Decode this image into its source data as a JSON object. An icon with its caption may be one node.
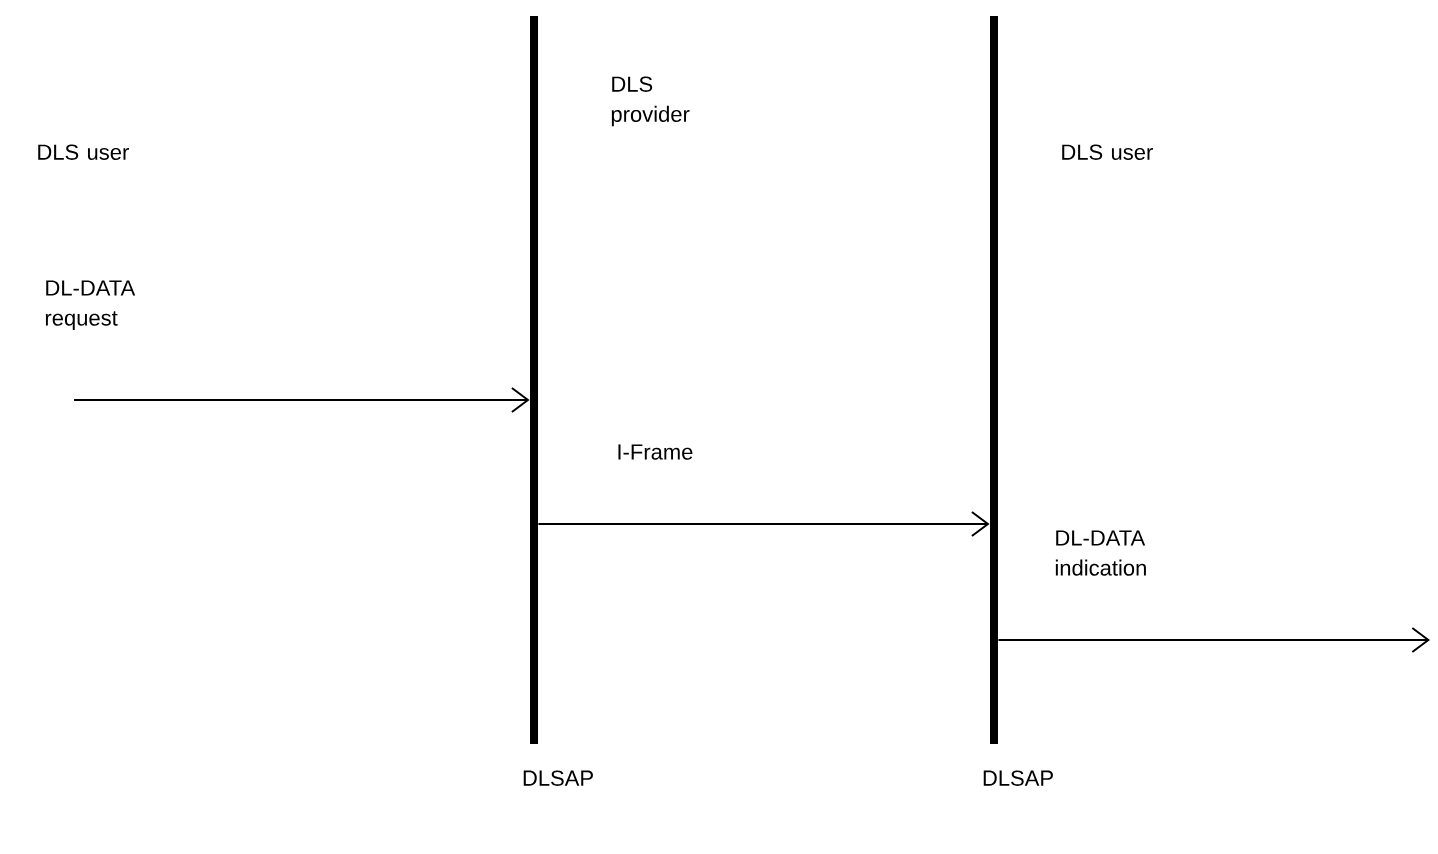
{
  "diagram": {
    "nodes": [
      {
        "text": [
          "DLSAP"
        ]
      },
      {
        "text": [
          "DLSAP"
        ]
      }
    ],
    "edges": [
      {
        "from": null,
        "to": 0,
        "arrow": "to",
        "label": "DL-DATA request"
      },
      {
        "from": 0,
        "to": 1,
        "arrow": "to",
        "label": "I-Frame"
      },
      {
        "from": 1,
        "to": null,
        "arrow": "to",
        "label": "DL-DATA indication"
      }
    ],
    "labels": [
      "DLS user",
      "DLS provider",
      "DLS user"
    ]
  }
}
